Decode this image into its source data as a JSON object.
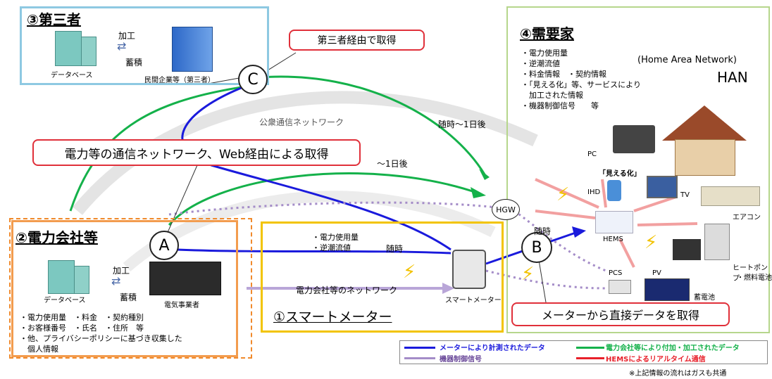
{
  "third_party": {
    "title": "③第三者",
    "process": "加工",
    "storage": "蓄積",
    "database": "データベース",
    "company": "民間企業等（第三者）"
  },
  "consumer": {
    "title": "④需要家",
    "items": [
      "・電力使用量",
      "・逆潮流値",
      "・料金情報　・契約情報",
      "・「見える化」等、サービスにより",
      "　加工された情報",
      "・機器制御信号　　等"
    ],
    "han_en": "(Home Area Network)",
    "han": "HAN",
    "pc": "PC",
    "visualization": "「見える化」",
    "ihd": "IHD",
    "tv": "TV",
    "aircon": "エアコン",
    "hems": "HEMS",
    "heat_pump": "ヒートポンプ",
    "fuel_cell": "・燃料電池",
    "pcs": "PCS",
    "pv": "PV",
    "battery": "蓄電池",
    "hgw": "HGW"
  },
  "utility": {
    "title": "②電力会社等",
    "process": "加工",
    "storage": "蓄積",
    "database": "データベース",
    "operator": "電気事業者",
    "items": [
      "・電力使用量　・料金　・契約種別",
      "・お客様番号　・氏名　・住所　等",
      "・他、プライバシーポリシーに基づき収集した",
      "　個人情報"
    ]
  },
  "smart_meter": {
    "title": "①スマートメーター",
    "items": [
      "・電力使用量",
      "・逆潮流値"
    ],
    "anytime": "随時",
    "meter_label": "スマートメーター",
    "network": "電力会社等のネットワーク"
  },
  "callouts": {
    "via_third_party": "第三者経由で取得",
    "via_network": "電力等の通信ネットワーク、Web経由による取得",
    "direct_meter": "メーターから直接データを取得"
  },
  "routes": {
    "a": "A",
    "b": "B",
    "c": "C",
    "public_network": "公衆通信ネットワーク",
    "anytime_to_1day": "随時～1日後",
    "one_day": "～1日後",
    "anytime_b": "随時"
  },
  "legend": {
    "blue": "メーターにより計測されたデータ",
    "green": "電力会社等により付加・加工されたデータ",
    "purple": "機器制御信号",
    "red": "HEMSによるリアルタイム通信",
    "colors": {
      "blue": "#1a1adc",
      "green": "#14b14a",
      "purple": "#a48cc8",
      "red": "#e8202a"
    }
  },
  "footnote": "※上記情報の流れはガスも共通"
}
